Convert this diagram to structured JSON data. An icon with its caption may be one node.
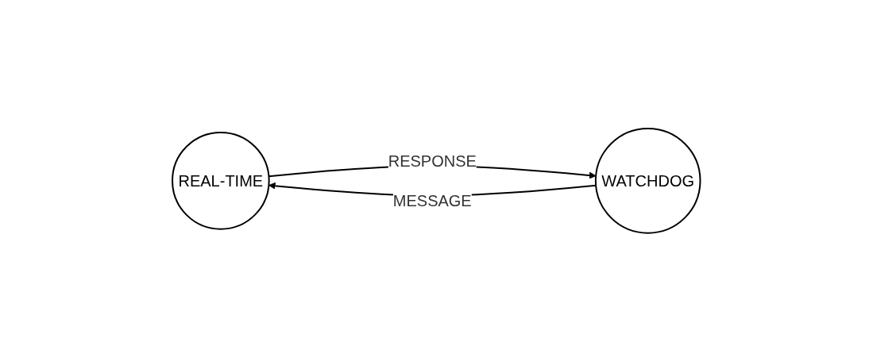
{
  "diagram": {
    "nodes": [
      {
        "text": [
          "REAL-TIME"
        ]
      },
      {
        "text": [
          "WATCHDOG"
        ]
      }
    ],
    "edges": [
      {
        "from": 1,
        "to": 0,
        "arrow": "to",
        "label": "MESSAGE"
      },
      {
        "from": 0,
        "to": 1,
        "arrow": "to",
        "label": "RESPONSE"
      }
    ]
  }
}
